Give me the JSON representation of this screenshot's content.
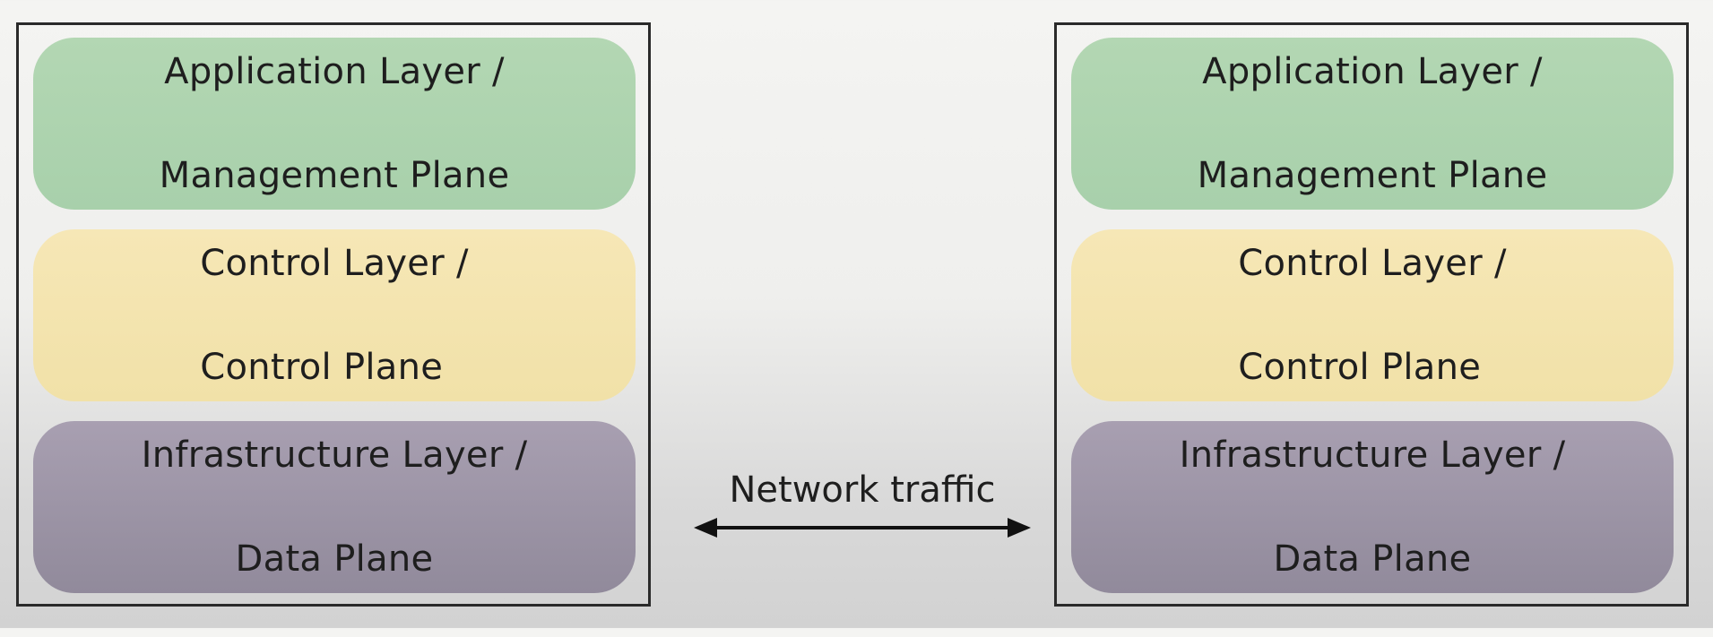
{
  "left_stack": {
    "app_layer": {
      "line1": "Application Layer /",
      "line2": "Management Plane"
    },
    "control_layer": {
      "line1": "Control Layer /",
      "line2": "Control Plane"
    },
    "infra_layer": {
      "line1": "Infrastructure Layer /",
      "line2": "Data Plane"
    }
  },
  "right_stack": {
    "app_layer": {
      "line1": "Application Layer /",
      "line2": "Management Plane"
    },
    "control_layer": {
      "line1": "Control Layer /",
      "line2": "Control Plane"
    },
    "infra_layer": {
      "line1": "Infrastructure Layer /",
      "line2": "Data Plane"
    }
  },
  "traffic": {
    "label": "Network traffic",
    "arrow_icon": "double-headed-arrow-icon"
  },
  "colors": {
    "app_layer": "#acd3ae",
    "control_layer": "#f3e4ae",
    "infra_layer": "#9d96a6",
    "border": "#2a2a2a"
  }
}
